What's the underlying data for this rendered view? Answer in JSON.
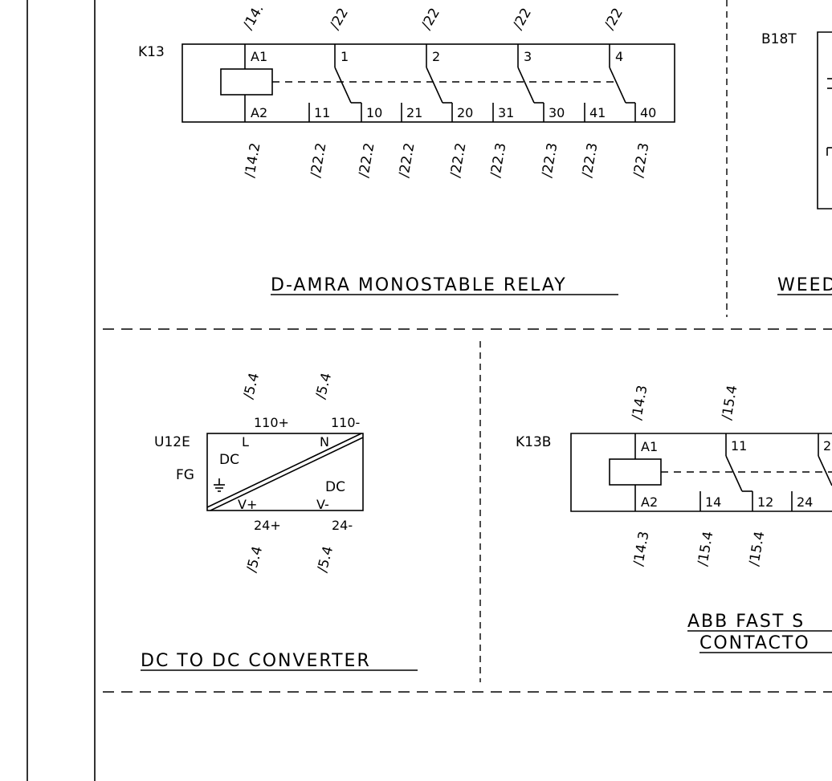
{
  "relay_k13": {
    "tag": "K13",
    "top_refs": [
      "/14.",
      "/22",
      "/22",
      "/22",
      "/22"
    ],
    "coil_pins": [
      "A1",
      "A2"
    ],
    "contact_numbers": [
      "1",
      "2",
      "3",
      "4"
    ],
    "terminals": [
      "11",
      "10",
      "21",
      "20",
      "31",
      "30",
      "41",
      "40"
    ],
    "bottom_refs": [
      "/14.2",
      "/22.2",
      "/22.2",
      "/22.2",
      "/22.2",
      "/22.3",
      "/22.3",
      "/22.3",
      "/22.3"
    ],
    "title": "D-AMRA MONOSTABLE RELAY"
  },
  "weed": {
    "tag": "B18T",
    "partial_title": "WEED"
  },
  "converter_u12e": {
    "tag": "U12E",
    "fg_label": "FG",
    "top_refs": [
      "/5.4",
      "/5.4"
    ],
    "top_pins": [
      "110+",
      "110-"
    ],
    "inner_labels": {
      "L": "L",
      "N": "N",
      "dc_top": "DC",
      "dc_bottom": "DC",
      "v_plus": "V+",
      "v_minus": "V-"
    },
    "bottom_pins": [
      "24+",
      "24-"
    ],
    "bottom_refs": [
      "/5.4",
      "/5.4"
    ],
    "title": "DC TO DC CONVERTER"
  },
  "contactor_k13b": {
    "tag": "K13B",
    "top_refs": [
      "/14.3",
      "/15.4"
    ],
    "coil_pins": [
      "A1",
      "A2"
    ],
    "contact_numbers": [
      "11",
      "2"
    ],
    "terminals": [
      "14",
      "12",
      "24"
    ],
    "bottom_refs": [
      "/14.3",
      "/15.4",
      "/15.4"
    ],
    "title_line1": "ABB FAST S",
    "title_line2": "CONTACTO"
  }
}
